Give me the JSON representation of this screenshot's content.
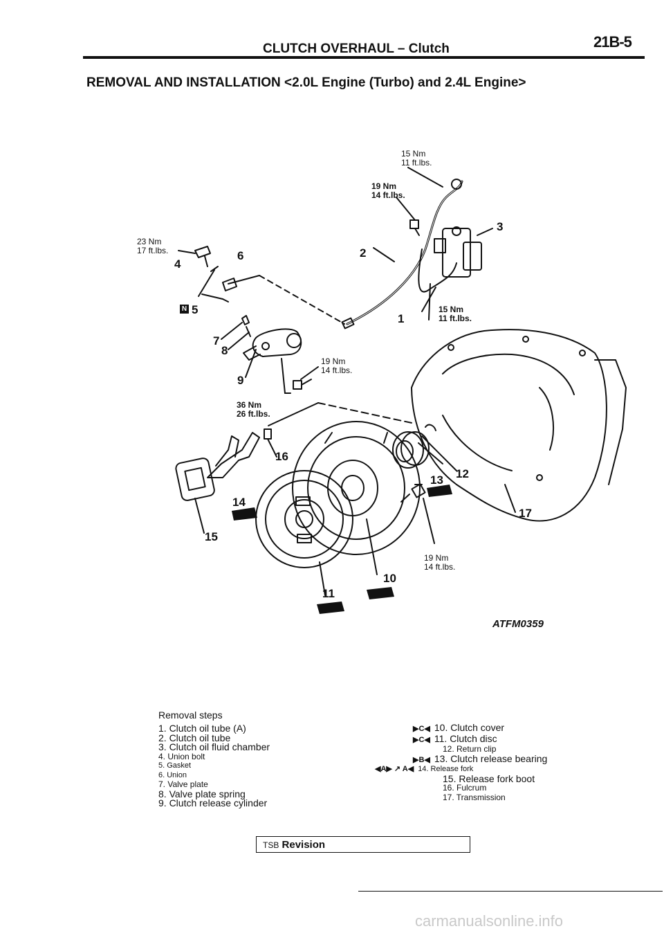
{
  "header": {
    "title": "CLUTCH OVERHAUL – Clutch",
    "page": "21B-5"
  },
  "section_title": "REMOVAL AND INSTALLATION <2.0L Engine (Turbo) and 2.4L Engine>",
  "diagram": {
    "torque_labels": [
      {
        "nm": "15 Nm",
        "ftlbs": "11 ft.lbs."
      },
      {
        "nm": "19 Nm",
        "ftlbs": "14 ft.lbs."
      },
      {
        "nm": "23 Nm",
        "ftlbs": "17 ft.lbs."
      },
      {
        "nm": "15 Nm",
        "ftlbs": "11 ft.lbs."
      },
      {
        "nm": "19 Nm",
        "ftlbs": "14 ft.lbs."
      },
      {
        "nm": "36 Nm",
        "ftlbs": "26 ft.lbs."
      },
      {
        "nm": "19 Nm",
        "ftlbs": "14 ft.lbs."
      }
    ],
    "part_numbers": [
      "1",
      "2",
      "3",
      "4",
      "5",
      "6",
      "7",
      "8",
      "9",
      "10",
      "11",
      "12",
      "13",
      "14",
      "15",
      "16",
      "17"
    ],
    "new_part_badge": "N",
    "figure_id": "ATFM0359"
  },
  "removal_steps": {
    "title": "Removal  steps",
    "left": [
      "1. Clutch oil tube (A)",
      "2. Clutch oil tube",
      "3. Clutch oil fluid chamber",
      "4. Union bolt",
      "5. Gasket",
      "6. Union",
      "7. Valve  plate",
      "8. Valve plate spring",
      "9. Clutch release cylinder"
    ],
    "right": [
      {
        "symbol": "▶C◀",
        "text": "10. Clutch cover"
      },
      {
        "symbol": "▶C◀",
        "text": "11. Clutch disc"
      },
      {
        "symbol": "",
        "text": "12.  Return  clip"
      },
      {
        "symbol": "▶B◀",
        "text": "13. Clutch release bearing"
      },
      {
        "symbol": "◀A▶   ↗   A◀",
        "text": "14. Release fork"
      },
      {
        "symbol": "",
        "text": "15. Release fork boot"
      },
      {
        "symbol": "",
        "text": "16.  Fulcrum"
      },
      {
        "symbol": "",
        "text": "17.  Transmission"
      }
    ]
  },
  "footer": {
    "tsb_prefix": "TSB",
    "tsb_label": "Revision",
    "watermark": "carmanualsonline.info"
  }
}
